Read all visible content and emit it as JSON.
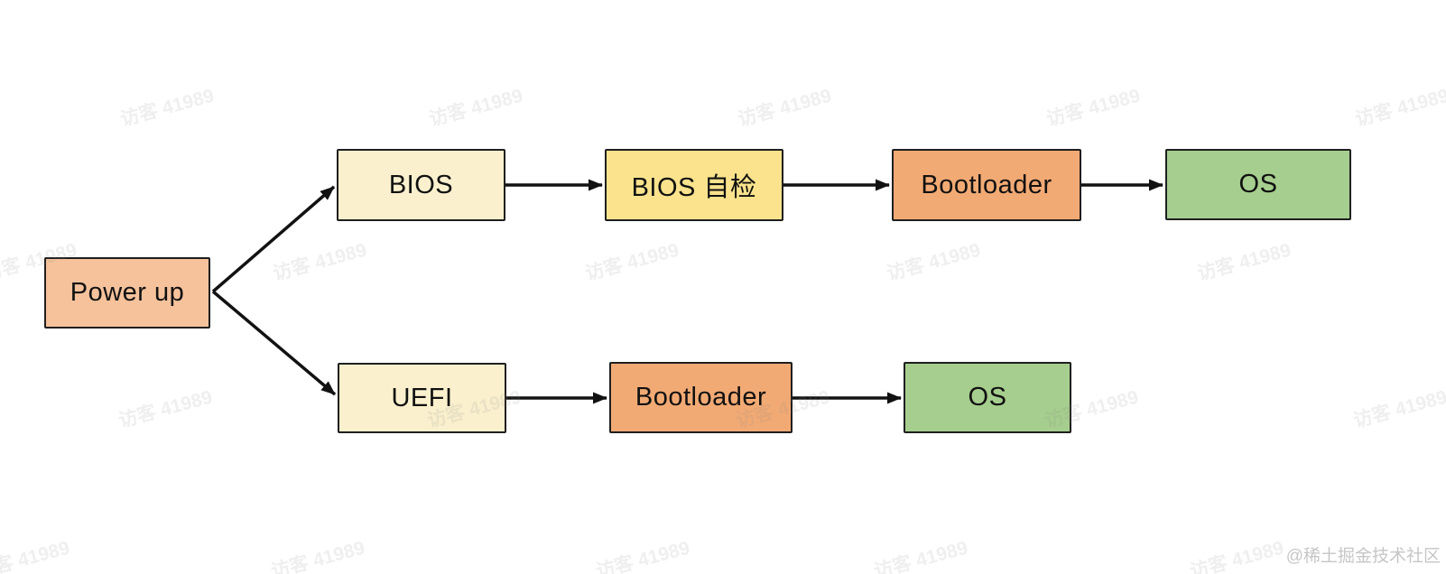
{
  "page": {
    "background": "#ffffff"
  },
  "diagram": {
    "border_color": "#1f1f1f",
    "arrow_color": "#121212",
    "text_color": "#111111",
    "nodes": [
      {
        "id": "power-up",
        "label": "Power up",
        "fill": "#F5C29C"
      },
      {
        "id": "bios",
        "label": "BIOS",
        "fill": "#FAF0CE"
      },
      {
        "id": "bios-self-test",
        "label": "BIOS 自检",
        "fill": "#FAE38C"
      },
      {
        "id": "bootloader-bios",
        "label": "Bootloader",
        "fill": "#F2AA74"
      },
      {
        "id": "os-bios",
        "label": "OS",
        "fill": "#A6CE8E"
      },
      {
        "id": "uefi",
        "label": "UEFI",
        "fill": "#FAF0CE"
      },
      {
        "id": "bootloader-uefi",
        "label": "Bootloader",
        "fill": "#F2AA74"
      },
      {
        "id": "os-uefi",
        "label": "OS",
        "fill": "#A6CE8E"
      }
    ]
  },
  "watermark": {
    "text": "访客 41989",
    "color": "rgba(135,135,135,0.13)"
  },
  "credit": {
    "text": "@稀土掘金技术社区",
    "color": "#c6c6c6"
  }
}
